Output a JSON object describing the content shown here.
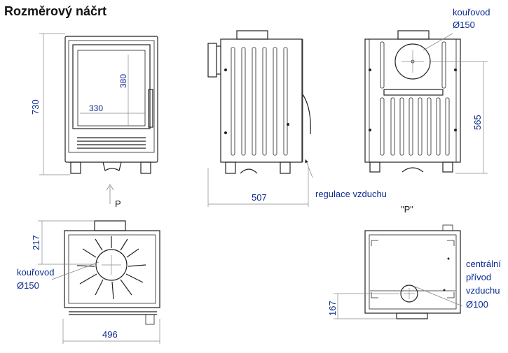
{
  "title": "Rozměrový náčrt",
  "dimensions": {
    "front_height": "730",
    "glass_width": "330",
    "glass_height": "380",
    "side_depth": "507",
    "back_flue_height": "565",
    "top_flue_offset": "217",
    "top_width": "496",
    "bottom_inlet_offset": "167"
  },
  "labels": {
    "view_arrow": "P",
    "view_p_title": "\"P\"",
    "air_regulation": "regulace vzduchu",
    "flue_back_line1": "kouřovod",
    "flue_back_line2": "Ø150",
    "flue_top_line1": "kouřovod",
    "flue_top_line2": "Ø150",
    "central_inlet_line1": "centrální",
    "central_inlet_line2": "přívod",
    "central_inlet_line3": "vzduchu",
    "central_inlet_line4": "Ø100"
  }
}
